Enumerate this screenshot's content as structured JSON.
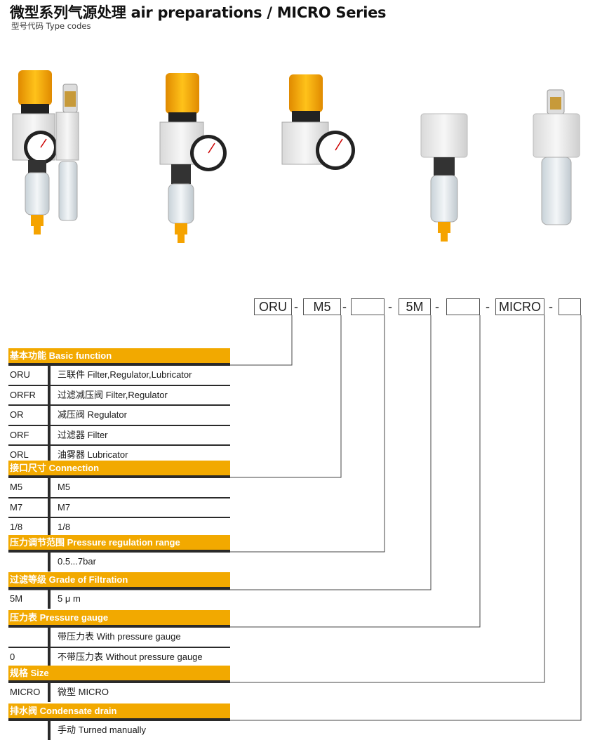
{
  "header": {
    "title": "微型系列气源处理 air preparations / MICRO Series",
    "subtitle": "型号代码 Type codes"
  },
  "colors": {
    "accent": "#f2a900",
    "rule": "#2a2a2a"
  },
  "code": {
    "boxes": [
      "ORU",
      "M5",
      "",
      "5M",
      "",
      "MICRO",
      ""
    ],
    "dash": "-"
  },
  "sections": [
    {
      "header": "基本功能 Basic function",
      "rows": [
        {
          "code": "ORU",
          "desc": "三联件 Filter,Regulator,Lubricator"
        },
        {
          "code": "ORFR",
          "desc": "过滤减压阀 Filter,Regulator"
        },
        {
          "code": "OR",
          "desc": "减压阀 Regulator"
        },
        {
          "code": "ORF",
          "desc": "过滤器 Filter"
        },
        {
          "code": "ORL",
          "desc": "油雾器 Lubricator"
        }
      ]
    },
    {
      "header": "接口尺寸 Connection",
      "rows": [
        {
          "code": "M5",
          "desc": "M5"
        },
        {
          "code": "M7",
          "desc": "M7"
        },
        {
          "code": "1/8",
          "desc": "1/8"
        }
      ]
    },
    {
      "header": "压力调节范围 Pressure regulation range",
      "rows": [
        {
          "code": "",
          "desc": "0.5...7bar"
        }
      ]
    },
    {
      "header": "过滤等级 Grade of Filtration",
      "rows": [
        {
          "code": "5M",
          "desc": "5 μ m"
        }
      ]
    },
    {
      "header": "压力表 Pressure gauge",
      "rows": [
        {
          "code": "",
          "desc": "带压力表 With pressure gauge"
        },
        {
          "code": "0",
          "desc": "不带压力表 Without pressure gauge"
        }
      ]
    },
    {
      "header": "规格 Size",
      "rows": [
        {
          "code": "MICRO",
          "desc": "微型 MICRO"
        }
      ]
    },
    {
      "header": "排水阀 Condensate drain",
      "rows": [
        {
          "code": "",
          "desc": "手动 Turned manually"
        }
      ]
    }
  ]
}
